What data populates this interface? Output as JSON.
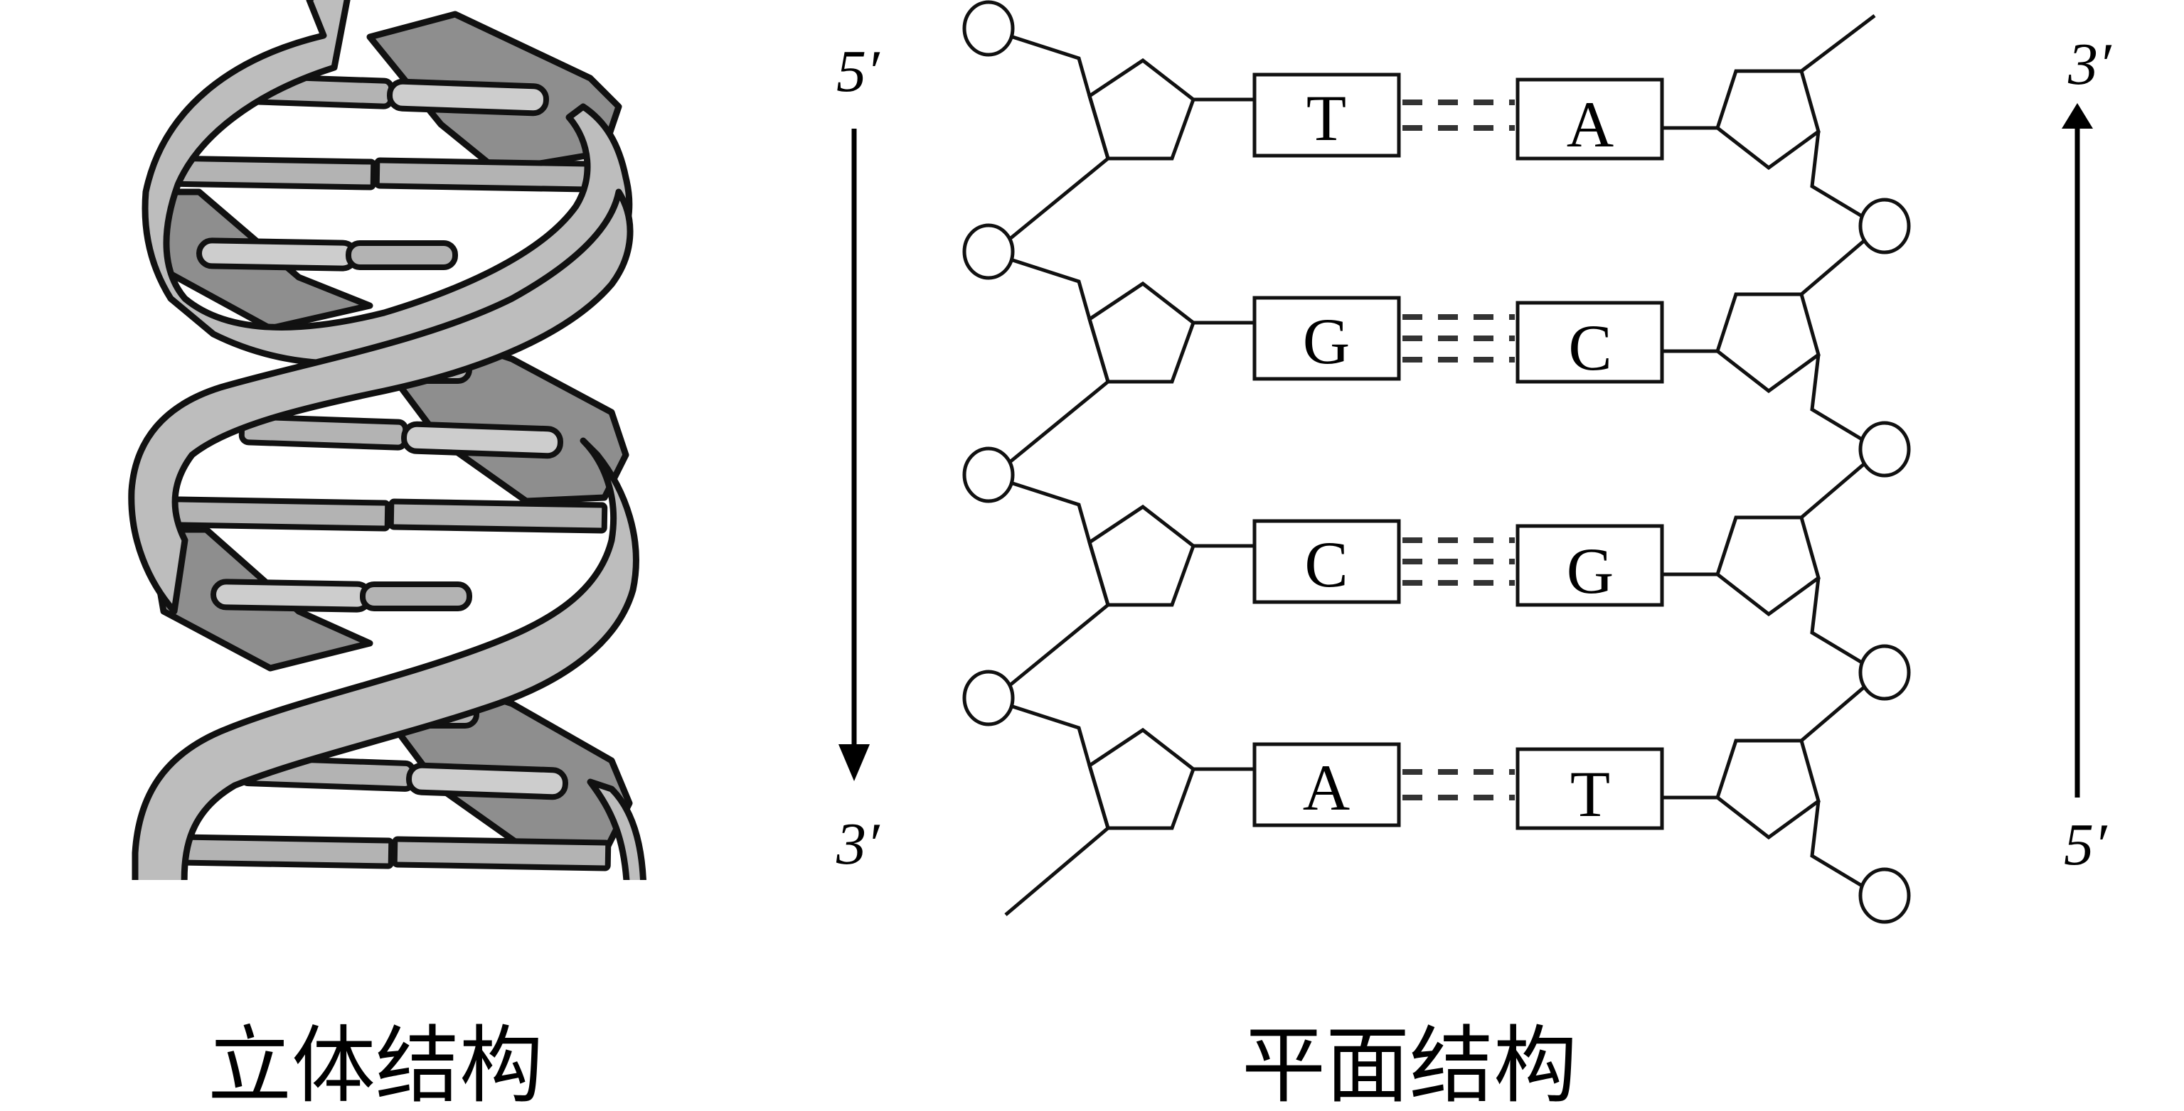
{
  "figure": {
    "left_panel": {
      "caption": "立体结构",
      "description": "double-helix-3d-model"
    },
    "right_panel": {
      "caption": "平面结构",
      "left_strand": {
        "top_label": "5′",
        "bottom_label": "3′",
        "direction": "down"
      },
      "right_strand": {
        "top_label": "3′",
        "bottom_label": "5′",
        "direction": "up"
      },
      "base_pairs": [
        {
          "left": "T",
          "right": "A",
          "hydrogen_bonds": 2
        },
        {
          "left": "G",
          "right": "C",
          "hydrogen_bonds": 3
        },
        {
          "left": "C",
          "right": "G",
          "hydrogen_bonds": 3
        },
        {
          "left": "A",
          "right": "T",
          "hydrogen_bonds": 2
        }
      ],
      "component_icons": {
        "phosphate": "circle-icon",
        "deoxyribose": "pentagon-icon",
        "base": "rectangle-icon",
        "hydrogen_bond": "dashed-line-icon"
      }
    },
    "colors": {
      "outline": "#111111",
      "front_ribbon": "#bdbdbd",
      "back_ribbon": "#8e8e8e",
      "rung": "#b3b3b3",
      "background": "#ffffff"
    }
  }
}
